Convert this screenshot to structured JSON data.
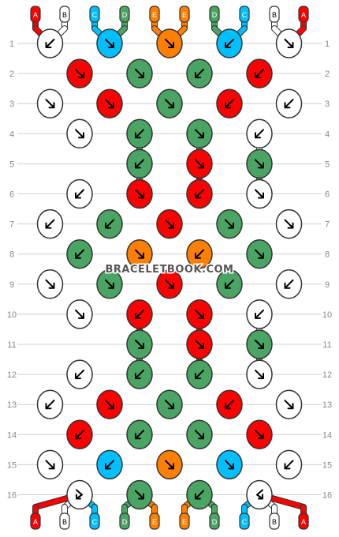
{
  "colors": {
    "A": "#ff0000",
    "B": "#ffffff",
    "C": "#00bfff",
    "D": "#4aa564",
    "E": "#ff7f00",
    "outline": "#333333",
    "gridline": "#cfcfcf",
    "row_label": "#888888"
  },
  "watermark": "BRACELETBOOK.COM",
  "top_labels": [
    "A",
    "B",
    "C",
    "D",
    "E",
    "E",
    "D",
    "C",
    "B",
    "A"
  ],
  "bottom_labels": [
    "A",
    "B",
    "C",
    "D",
    "E",
    "E",
    "D",
    "C",
    "B",
    "A"
  ],
  "row_numbers": [
    "1",
    "2",
    "3",
    "4",
    "5",
    "6",
    "7",
    "8",
    "9",
    "10",
    "11",
    "12",
    "13",
    "14",
    "15",
    "16"
  ],
  "pattern": {
    "strand_count": 10,
    "row_count": 16,
    "knot_legend": {
      "down-left-arrow": "forward knot",
      "down-right-arrow": "backward knot",
      "return-right-arrow": "forward-backward knot",
      "return-left-arrow": "backward-forward knot"
    },
    "rows": [
      [
        {
          "c": "B",
          "k": "L"
        },
        {
          "c": "C",
          "k": "R"
        },
        {
          "c": "E",
          "k": "R"
        },
        {
          "c": "C",
          "k": "L"
        },
        {
          "c": "B",
          "k": "R"
        }
      ],
      [
        {
          "c": "A",
          "k": "R"
        },
        {
          "c": "D",
          "k": "R"
        },
        {
          "c": "D",
          "k": "L"
        },
        {
          "c": "A",
          "k": "L"
        }
      ],
      [
        {
          "c": "B",
          "k": "R"
        },
        {
          "c": "A",
          "k": "R"
        },
        {
          "c": "D",
          "k": "R"
        },
        {
          "c": "A",
          "k": "L"
        },
        {
          "c": "B",
          "k": "L"
        }
      ],
      [
        {
          "c": "B",
          "k": "R"
        },
        {
          "c": "D",
          "k": "L"
        },
        {
          "c": "D",
          "k": "R"
        },
        {
          "c": "B",
          "k": "L"
        }
      ],
      [
        {
          "c": "D",
          "k": "L"
        },
        {
          "c": "A",
          "k": "R"
        },
        {
          "c": "D",
          "k": "R"
        }
      ],
      [
        {
          "c": "B",
          "k": "L"
        },
        {
          "c": "A",
          "k": "R"
        },
        {
          "c": "A",
          "k": "L"
        },
        {
          "c": "B",
          "k": "R"
        }
      ],
      [
        {
          "c": "B",
          "k": "L"
        },
        {
          "c": "D",
          "k": "L"
        },
        {
          "c": "A",
          "k": "R"
        },
        {
          "c": "D",
          "k": "R"
        },
        {
          "c": "B",
          "k": "R"
        }
      ],
      [
        {
          "c": "D",
          "k": "L"
        },
        {
          "c": "E",
          "k": "R"
        },
        {
          "c": "E",
          "k": "L"
        },
        {
          "c": "D",
          "k": "R"
        }
      ],
      [
        {
          "c": "B",
          "k": "R"
        },
        {
          "c": "D",
          "k": "R"
        },
        {
          "c": "A",
          "k": "R"
        },
        {
          "c": "D",
          "k": "L"
        },
        {
          "c": "B",
          "k": "L"
        }
      ],
      [
        {
          "c": "B",
          "k": "R"
        },
        {
          "c": "A",
          "k": "L"
        },
        {
          "c": "A",
          "k": "R"
        },
        {
          "c": "B",
          "k": "L"
        }
      ],
      [
        {
          "c": "D",
          "k": "R"
        },
        {
          "c": "A",
          "k": "R"
        },
        {
          "c": "D",
          "k": "R"
        }
      ],
      [
        {
          "c": "B",
          "k": "L"
        },
        {
          "c": "D",
          "k": "L"
        },
        {
          "c": "D",
          "k": "L"
        },
        {
          "c": "B",
          "k": "R"
        }
      ],
      [
        {
          "c": "B",
          "k": "L"
        },
        {
          "c": "A",
          "k": "R"
        },
        {
          "c": "D",
          "k": "R"
        },
        {
          "c": "A",
          "k": "L"
        },
        {
          "c": "B",
          "k": "R"
        }
      ],
      [
        {
          "c": "A",
          "k": "L"
        },
        {
          "c": "D",
          "k": "L"
        },
        {
          "c": "D",
          "k": "R"
        },
        {
          "c": "A",
          "k": "R"
        }
      ],
      [
        {
          "c": "B",
          "k": "R"
        },
        {
          "c": "C",
          "k": "L"
        },
        {
          "c": "E",
          "k": "R"
        },
        {
          "c": "C",
          "k": "R"
        },
        {
          "c": "B",
          "k": "L"
        }
      ],
      [
        {
          "c": "B",
          "k": "RL"
        },
        {
          "c": "D",
          "k": "R"
        },
        {
          "c": "D",
          "k": "L"
        },
        {
          "c": "B",
          "k": "LR"
        }
      ]
    ]
  }
}
